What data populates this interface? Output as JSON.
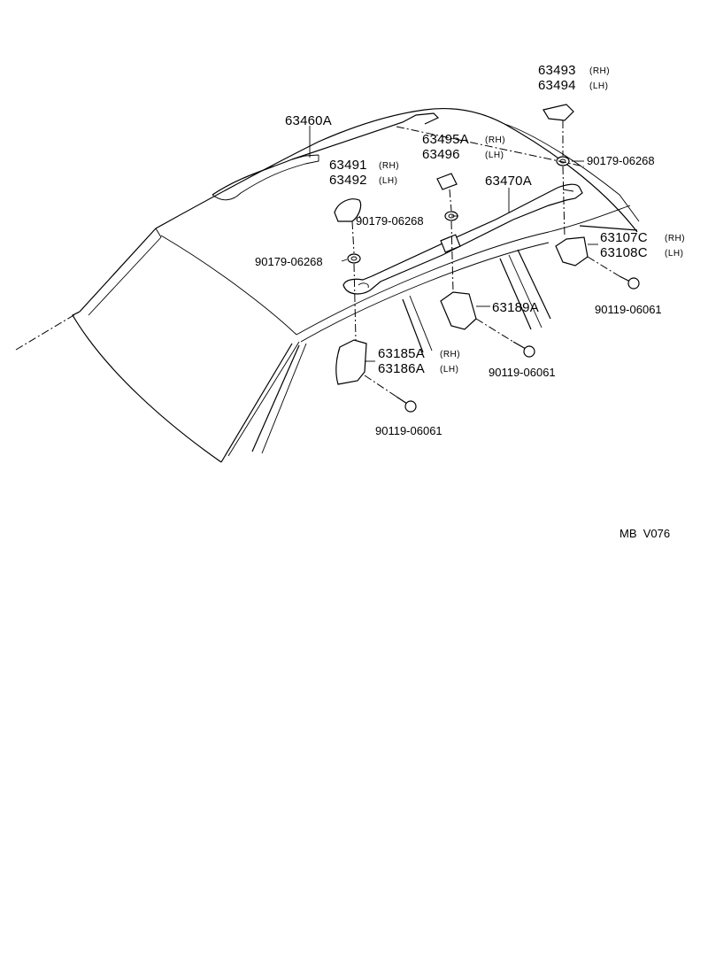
{
  "labels": {
    "roof_rack": "63460A",
    "rear_cover_rh": "63493",
    "rear_cover_lh": "63494",
    "rh_tag_1": "(RH)",
    "lh_tag_1": "(LH)",
    "nut_rear": "90179-06268",
    "spacer_rh": "63495A",
    "spacer_lh": "63496",
    "rh_tag_2": "(RH)",
    "lh_tag_2": "(LH)",
    "front_cover_rh": "63491",
    "front_cover_lh": "63492",
    "rh_tag_3": "(RH)",
    "lh_tag_3": "(LH)",
    "rail": "63470A",
    "nut_center": "90179-06268",
    "nut_front": "90179-06268",
    "rear_bracket_rh": "63107C",
    "rear_bracket_lh": "63108C",
    "rh_tag_4": "(RH)",
    "lh_tag_4": "(LH)",
    "bolt_rear": "90119-06061",
    "center_bracket": "63189A",
    "bolt_center": "90119-06061",
    "front_bracket_rh": "63185A",
    "front_bracket_lh": "63186A",
    "rh_tag_5": "(RH)",
    "lh_tag_5": "(LH)",
    "bolt_front": "90119-06061"
  },
  "figure_code": "MB  V076"
}
